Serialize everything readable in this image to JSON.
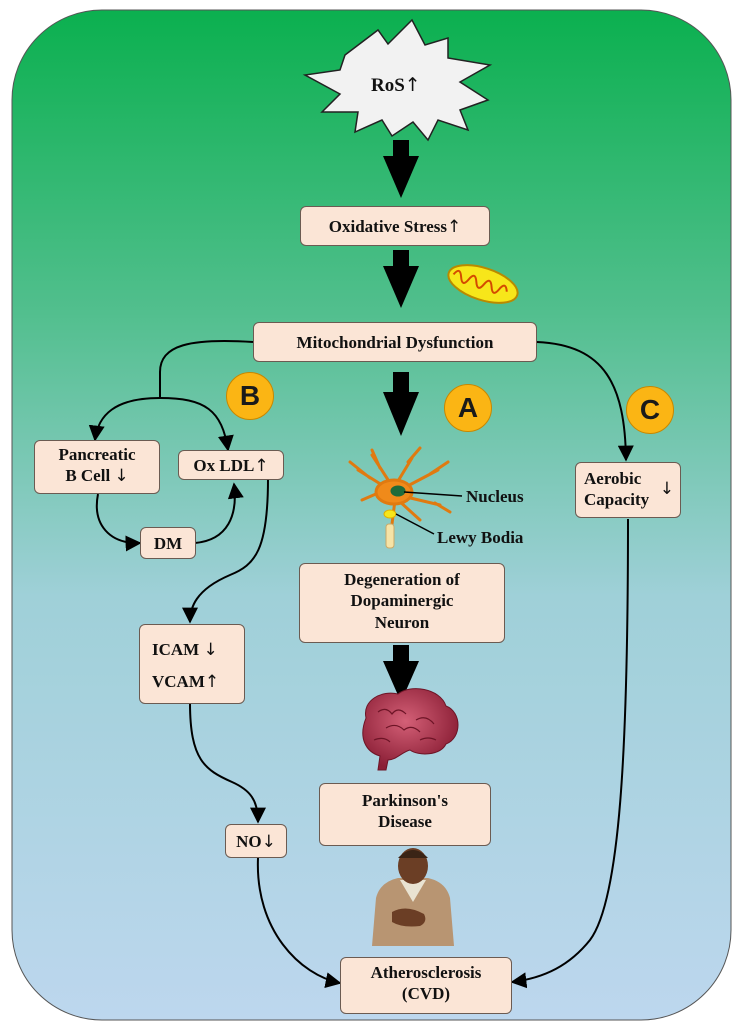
{
  "nodes": {
    "ros": "RoS",
    "ros_arrow": "↑",
    "oxidative_stress": "Oxidative Stress",
    "oxidative_stress_arrow": "↑",
    "mito": "Mitochondrial Dysfunction",
    "pancreatic_line1": "Pancreatic",
    "pancreatic_line2": "B Cell",
    "pancreatic_arrow": "↓",
    "oxldl": "Ox LDL",
    "oxldl_arrow": "↑",
    "dm": "DM",
    "icam": "ICAM",
    "icam_arrow": "↓",
    "vcam": "VCAM",
    "vcam_arrow": "↑",
    "no": "NO",
    "no_arrow": "↓",
    "aerobic_line1": "Aerobic",
    "aerobic_line2": "Capacity",
    "aerobic_arrow": "↓",
    "degeneration_line1": "Degeneration of",
    "degeneration_line2": "Dopaminergic",
    "degeneration_line3": "Neuron",
    "parkinsons_line1": "Parkinson's",
    "parkinsons_line2": "Disease",
    "athero_line1": "Atherosclerosis",
    "athero_line2": "(CVD)"
  },
  "labels": {
    "nucleus": "Nucleus",
    "lewy": "Lewy Bodia"
  },
  "pathways": {
    "a": "A",
    "b": "B",
    "c": "C"
  },
  "colors": {
    "bg_top": "#0bb04f",
    "bg_bottom": "#bdd7ee",
    "box_fill": "#fbe5d6",
    "badge": "#fbb514",
    "arrow": "#000000"
  },
  "icons": [
    "ros-burst-icon",
    "mitochondrion-icon",
    "neuron-icon",
    "brain-icon",
    "patient-icon"
  ]
}
